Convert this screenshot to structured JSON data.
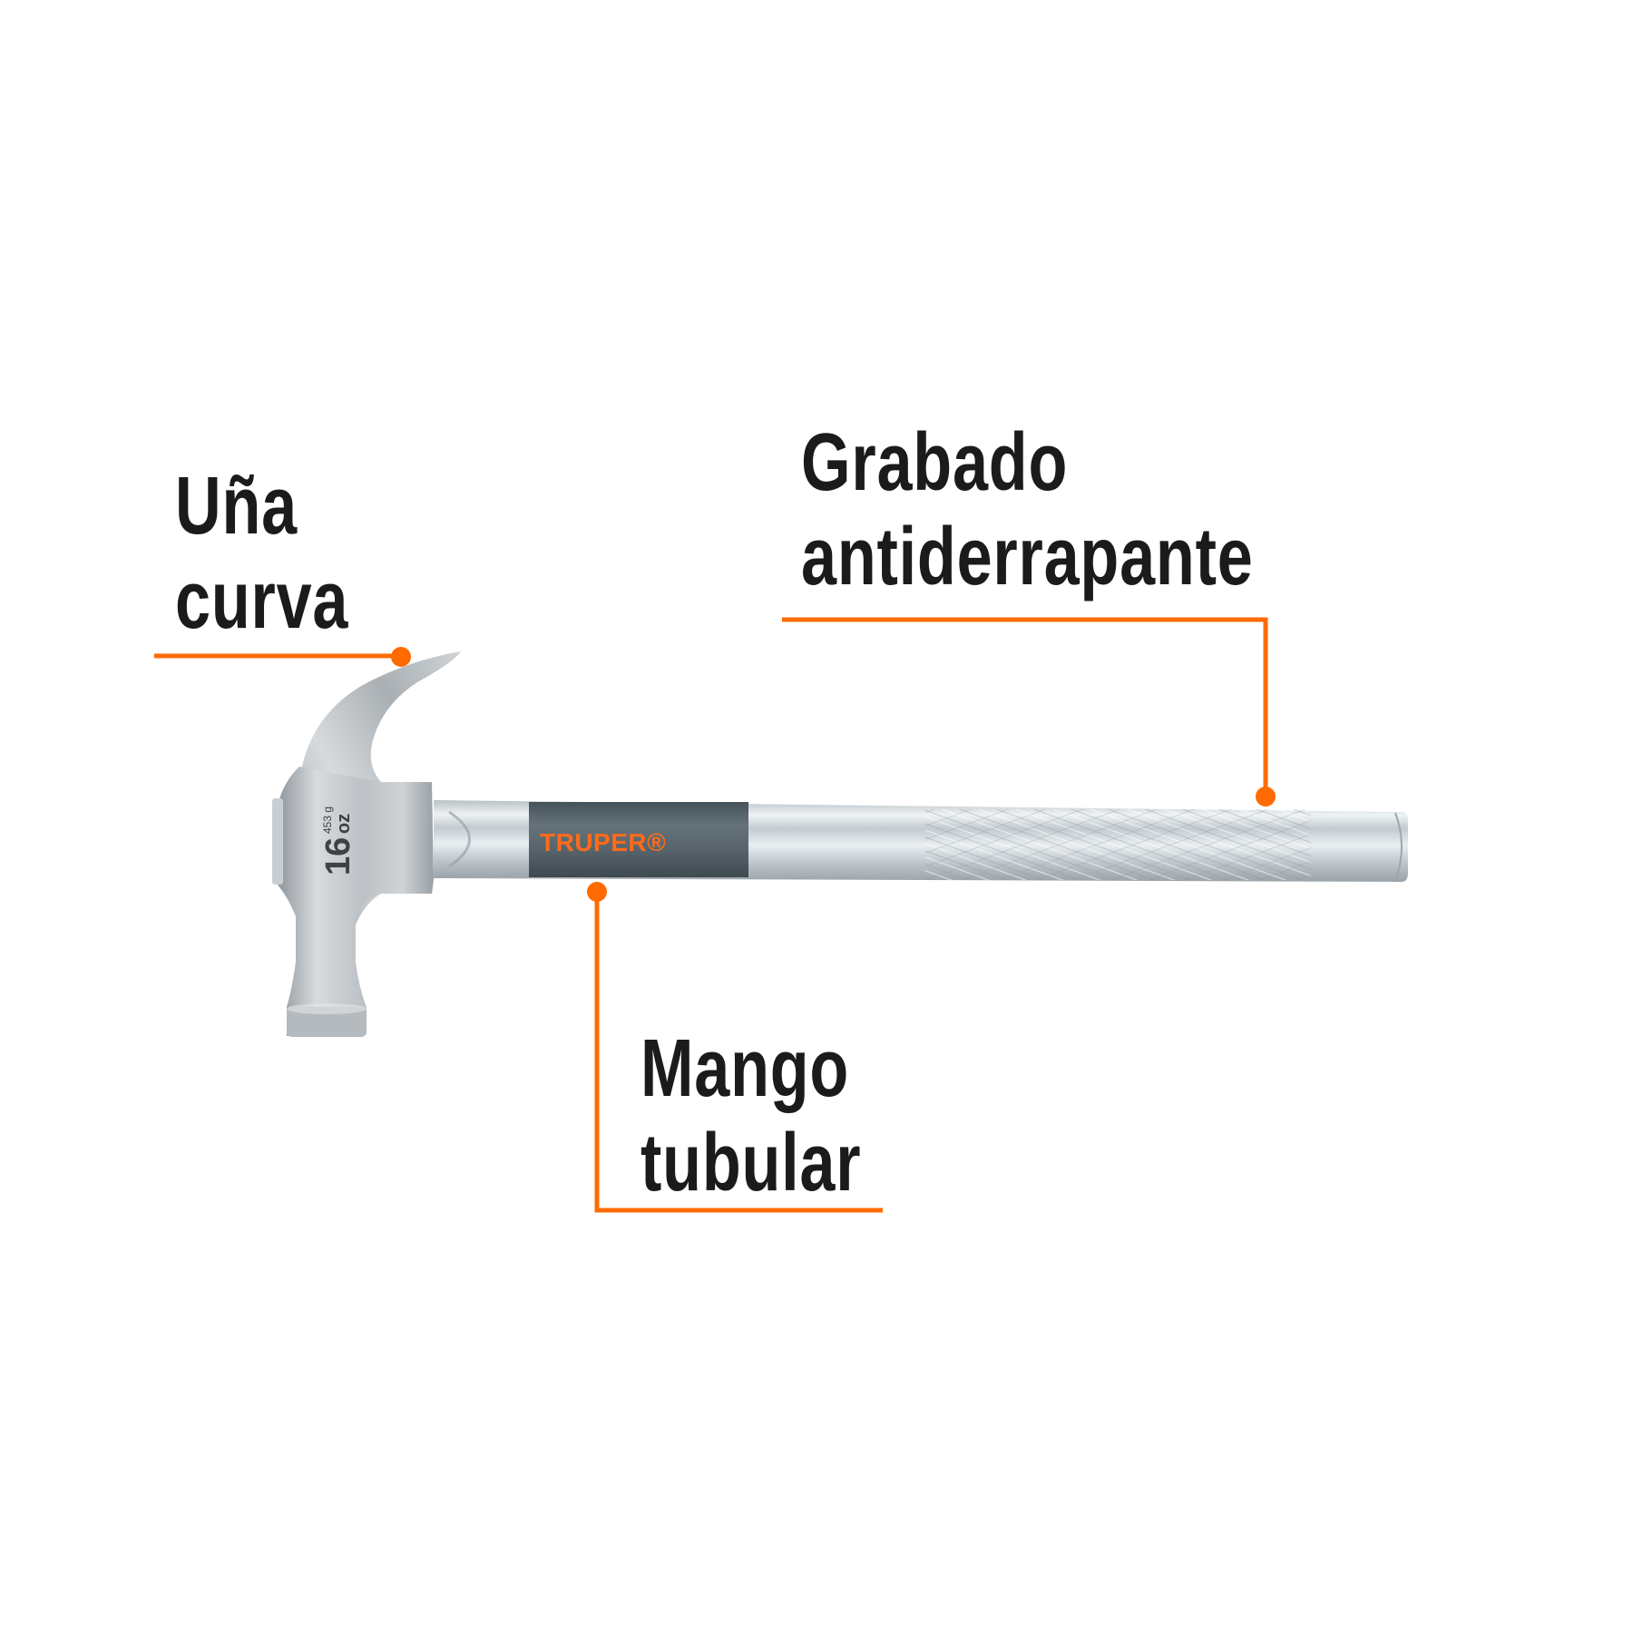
{
  "product": {
    "brand": "TRUPER",
    "brand_mark": "®",
    "weight_oz": "16",
    "weight_oz_unit": "oz",
    "weight_g": "453 g",
    "type": "claw-hammer"
  },
  "callouts": [
    {
      "id": "una",
      "lines": [
        "Uña",
        "curva"
      ]
    },
    {
      "id": "grabado",
      "lines": [
        "Grabado",
        "antiderrapante"
      ]
    },
    {
      "id": "mango",
      "lines": [
        "Mango",
        "tubular"
      ]
    }
  ],
  "colors": {
    "accent": "#ff6b00",
    "text": "#1b1b1b",
    "grip": "#5b666c",
    "steel": "#c7cdd1",
    "background": "#ffffff"
  }
}
